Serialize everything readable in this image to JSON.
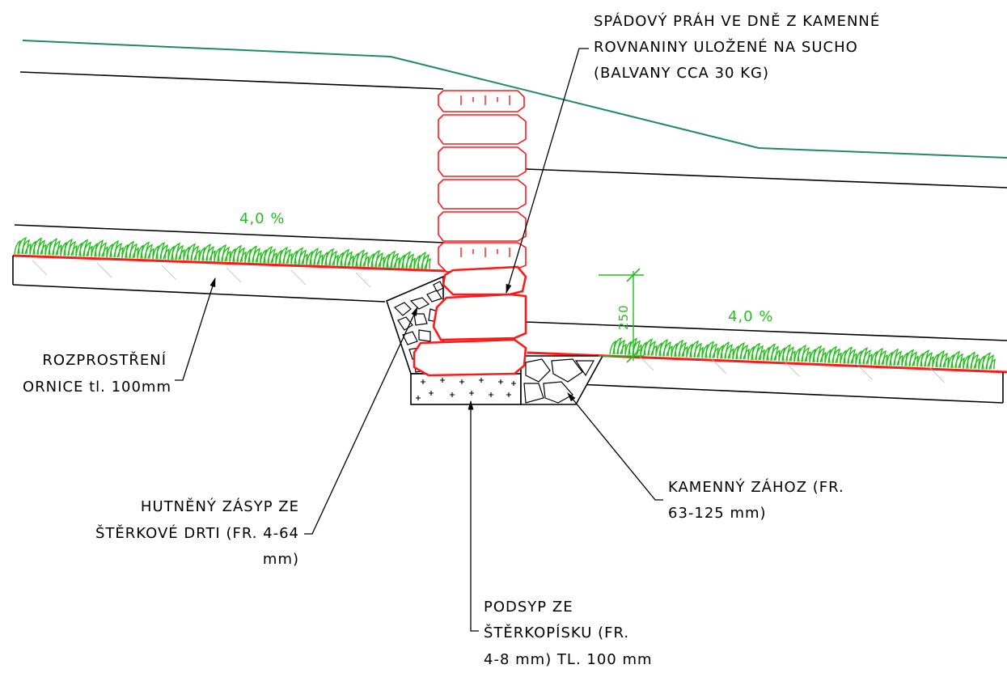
{
  "annotations": {
    "sill": {
      "line1": "SPÁDOVÝ PRÁH VE DNĚ Z KAMENNÉ",
      "line2": "ROVNANINY ULOŽENÉ NA SUCHO",
      "line3": "(BALVANY CCA 30 KG)"
    },
    "topsoil": {
      "line1": "ROZPROSTŘENÍ",
      "line2": "ORNICE tl. 100mm"
    },
    "backfill": {
      "line1": "HUTNĚNÝ ZÁSYP ZE",
      "line2": "ŠTĚRKOVÉ DRTI (FR. 4-64",
      "line3": "mm)"
    },
    "riprap": {
      "line1": "KAMENNÝ ZÁHOZ (FR.",
      "line2": "63-125 mm)"
    },
    "bedding": {
      "line1": "PODSYP ZE",
      "line2": "ŠTĚRKOPÍSKU (FR.",
      "line3": "4-8 mm) TL. 100 mm"
    }
  },
  "slopes": {
    "left": "4,0 %",
    "right": "4,0 %"
  },
  "dimension": {
    "step_height": "250"
  },
  "colors": {
    "water_line": "#1e8a68",
    "stone": "#ff1a1a",
    "grass": "#22c01a",
    "lines": "#000000"
  }
}
